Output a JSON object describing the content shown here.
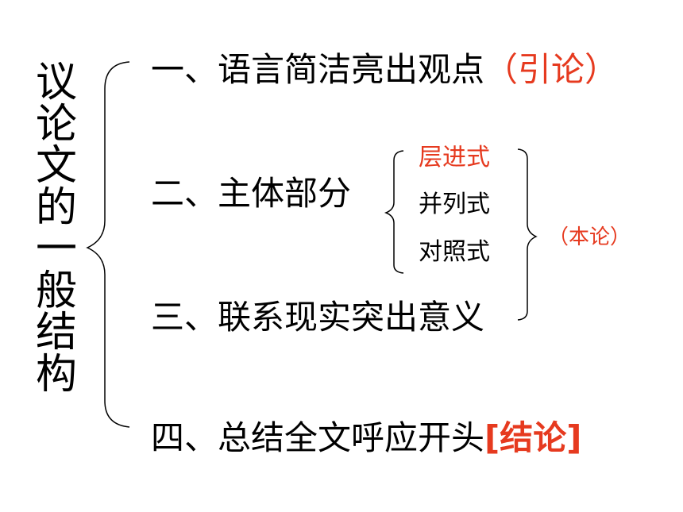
{
  "title_chars": [
    "议",
    "论",
    "文",
    "的",
    "一",
    "般",
    "结",
    "构"
  ],
  "items": [
    {
      "text": "一、语言简洁亮出观点",
      "note": "（引论）"
    },
    {
      "text": "二、主体部分"
    },
    {
      "text": "三、联系现实突出意义"
    },
    {
      "text": "四、总结全文呼应开头",
      "note": "[结论]"
    }
  ],
  "sub_items": [
    "层进式",
    "并列式",
    "对照式"
  ],
  "right_note": "（本论）",
  "colors": {
    "accent": "#e63a1f",
    "text": "#000000",
    "background": "#ffffff"
  }
}
